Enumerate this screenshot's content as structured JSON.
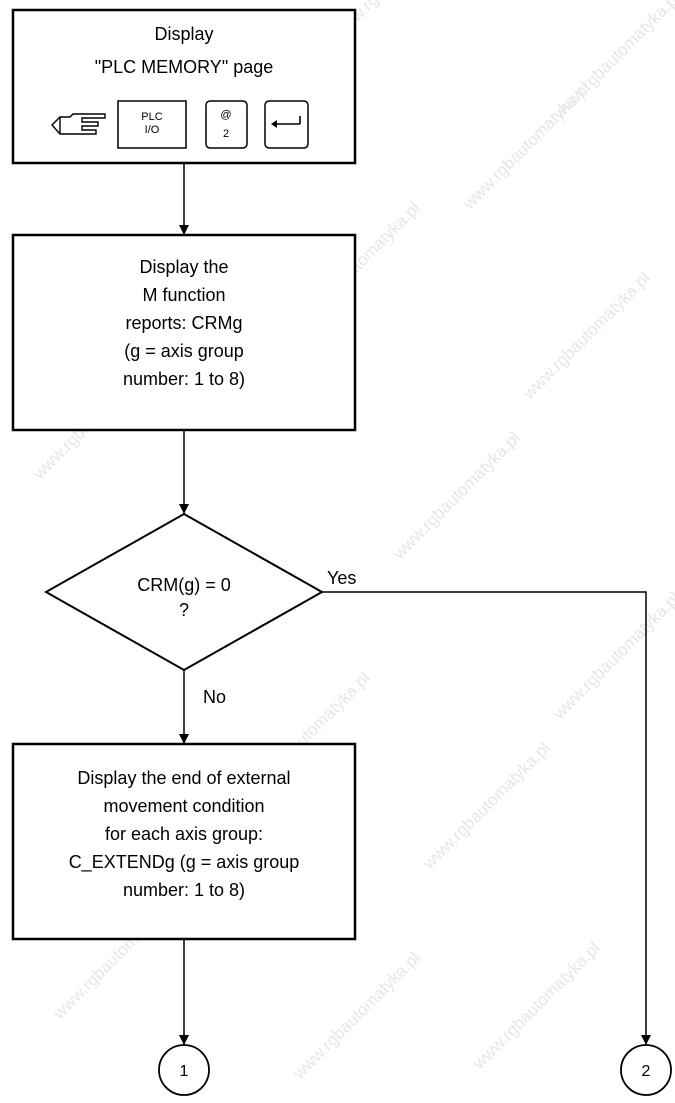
{
  "watermark": "www.rgbautomatyka.pl",
  "step_display_page": {
    "line1": "Display",
    "line2": "\"PLC MEMORY\" page",
    "keys": {
      "plc_io_line1": "PLC",
      "plc_io_line2": "I/O",
      "at_key_line1": "@",
      "at_key_line2": "2"
    }
  },
  "step_display_reports": {
    "lines": [
      "Display the",
      "M function",
      "reports: CRMg",
      "(g = axis group",
      "number: 1 to 8)"
    ]
  },
  "decision": {
    "line1": "CRM(g) = 0",
    "line2": "?",
    "yes_label": "Yes",
    "no_label": "No"
  },
  "step_display_condition": {
    "lines": [
      "Display the end of external",
      "movement condition",
      "for each axis group:",
      "C_EXTENDg (g = axis group",
      "number: 1 to 8)"
    ]
  },
  "connectors": {
    "left": "1",
    "right": "2"
  }
}
